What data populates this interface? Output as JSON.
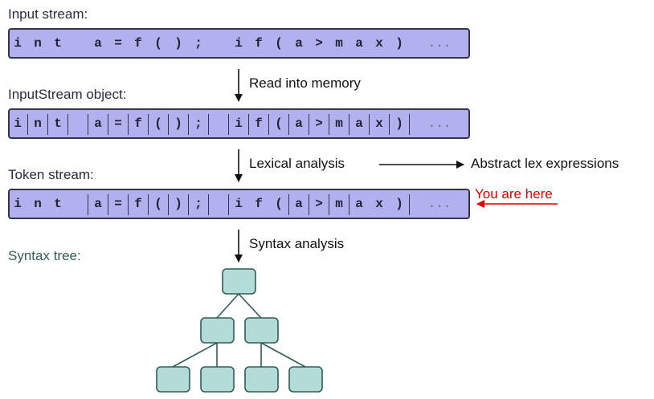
{
  "labels": {
    "input_stream": "Input stream:",
    "inputstream_object": "InputStream object:",
    "token_stream": "Token stream:",
    "syntax_tree": "Syntax tree:"
  },
  "steps": {
    "read": "Read into memory",
    "lexical": "Lexical analysis",
    "abstract": "Abstract lex expressions",
    "syntax": "Syntax analysis",
    "you_are_here": "You are here"
  },
  "streams": {
    "input": [
      "i",
      "n",
      "t",
      "a",
      "=",
      "f",
      "(",
      ")",
      ";",
      "i",
      "f",
      "(",
      "a",
      ">",
      "m",
      "a",
      "x",
      ")",
      "..."
    ],
    "object": [
      "i",
      "n",
      "t",
      "a",
      "=",
      "f",
      "(",
      ")",
      ";",
      "i",
      "f",
      "(",
      "a",
      ">",
      "m",
      "a",
      "x",
      ")",
      "..."
    ],
    "token": [
      "i",
      "n",
      "t",
      "a",
      "=",
      "f",
      "(",
      ")",
      ";",
      "i",
      "f",
      "(",
      "a",
      ">",
      "m",
      "a",
      "x",
      ")",
      "..."
    ]
  },
  "colors": {
    "stream_fill": "#b3b0f0",
    "node_fill": "#b3dcd8",
    "node_border": "#2f5d55",
    "highlight": "#e00000"
  }
}
